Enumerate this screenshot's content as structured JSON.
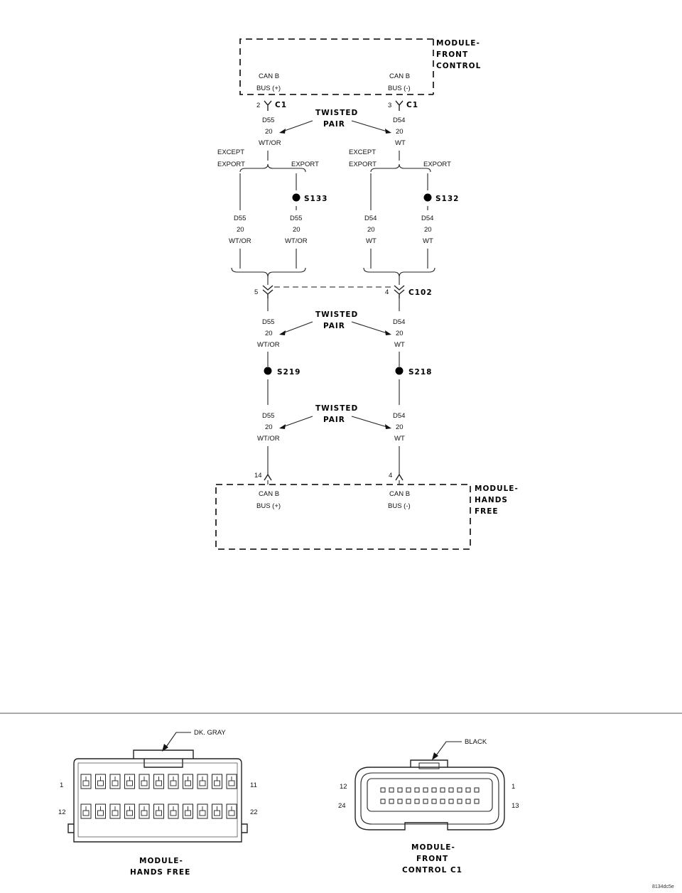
{
  "modules": {
    "front_control": {
      "title": [
        "MODULE-",
        "FRONT",
        "CONTROL"
      ],
      "pin_plus": [
        "CAN B",
        "BUS (+)"
      ],
      "pin_minus": [
        "CAN B",
        "BUS (-)"
      ]
    },
    "hands_free": {
      "title": [
        "MODULE-",
        "HANDS",
        "FREE"
      ],
      "pin_plus": [
        "CAN B",
        "BUS (+)"
      ],
      "pin_minus": [
        "CAN B",
        "BUS (-)"
      ]
    }
  },
  "connectors": {
    "c1_left": {
      "pin": "2",
      "name": "C1"
    },
    "c1_right": {
      "pin": "3",
      "name": "C1"
    },
    "c102_left": {
      "pin": "5"
    },
    "c102_right": {
      "pin": "4",
      "name": "C102"
    },
    "hf_left": {
      "pin": "14"
    },
    "hf_right": {
      "pin": "4"
    }
  },
  "twisted_pair": [
    "TWISTED",
    "PAIR"
  ],
  "wires": {
    "d55": [
      "D55",
      "20",
      "WT/OR"
    ],
    "d54": [
      "D54",
      "20",
      "WT"
    ]
  },
  "branches": {
    "except_export": [
      "EXCEPT",
      "EXPORT"
    ],
    "export": "EXPORT"
  },
  "splices": {
    "s133": "S133",
    "s132": "S132",
    "s219": "S219",
    "s218": "S218"
  },
  "connector_views": {
    "hands_free": {
      "color": "DK. GRAY",
      "pins": {
        "tl": "1",
        "tr": "11",
        "bl": "12",
        "br": "22"
      },
      "title": [
        "MODULE-",
        "HANDS FREE"
      ]
    },
    "front_control_c1": {
      "color": "BLACK",
      "pins": {
        "tl": "12",
        "tr": "1",
        "bl": "24",
        "br": "13"
      },
      "title": [
        "MODULE-",
        "FRONT",
        "CONTROL C1"
      ]
    }
  },
  "figure_id": "8134dc5e"
}
